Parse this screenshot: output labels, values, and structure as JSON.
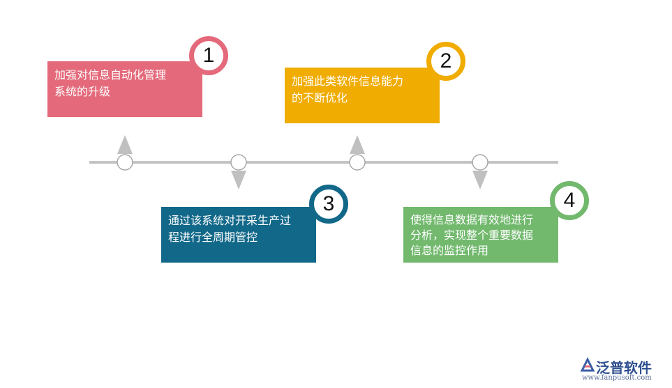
{
  "steps": [
    {
      "number": "1",
      "text_lines": [
        "加强对信息自动化管理",
        "系统的升级"
      ],
      "color": "#e46a7b",
      "arrow": "up"
    },
    {
      "number": "2",
      "text_lines": [
        "加强此类软件信息能力",
        "的不断优化"
      ],
      "color": "#f0ac00",
      "arrow": "up"
    },
    {
      "number": "3",
      "text_lines": [
        "通过该系统对开采生产过",
        "程进行全周期管控"
      ],
      "color": "#126889",
      "arrow": "down"
    },
    {
      "number": "4",
      "text_lines": [
        "使得信息数据有效地进行",
        "分析，实现整个重要数据",
        "信息的监控作用"
      ],
      "color": "#72b96e",
      "arrow": "down"
    }
  ],
  "timeline": {
    "line_color": "#c4c4c4",
    "node_fill": "#ffffff",
    "node_stroke": "#a8a8a8"
  },
  "logo": {
    "name": "泛普软件",
    "url": "www.fanpusoft.com",
    "icon": "fanpu-logo-icon"
  }
}
